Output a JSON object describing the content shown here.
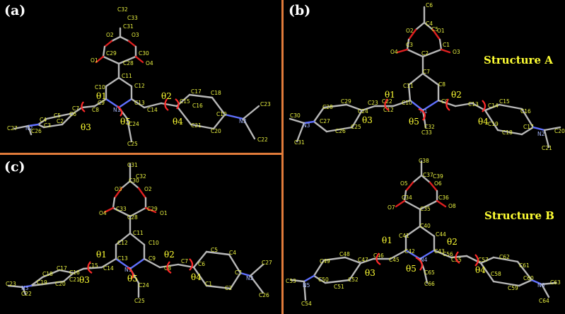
{
  "panels": {
    "a": {
      "label": "(a)"
    },
    "b": {
      "label": "(b)",
      "structure": "Structure A"
    },
    "c": {
      "label": "(c)"
    },
    "d": {
      "structure": "Structure B"
    }
  },
  "thetas": [
    "θ1",
    "θ2",
    "θ3",
    "θ4",
    "θ5"
  ],
  "atoms_a": {
    "C32": "C32",
    "C33": "C33",
    "C31": "C31",
    "O2": "O2",
    "O3": "O3",
    "C29": "C29",
    "C30": "C30",
    "O1": "O1",
    "O4": "O4",
    "C28": "C28",
    "C11": "C11",
    "C10": "C10",
    "C12": "C12",
    "C9": "C9",
    "C13": "C13",
    "N1": "N1",
    "C8": "C8",
    "C14": "C14",
    "C24": "C24",
    "C25": "C25",
    "C7": "C7",
    "C6": "C6",
    "C5": "C5",
    "C4": "C4",
    "C2": "C2",
    "C3": "C3",
    "C27": "C27",
    "N2": "N2",
    "C26": "C26",
    "C15": "C15",
    "C16": "C16",
    "C17": "C17",
    "C18": "C18",
    "C19": "C19",
    "C21": "C21",
    "C20": "C20",
    "N3": "N3",
    "C23": "C23",
    "C22": "C22"
  },
  "atoms_b": {
    "C6": "C6",
    "C4": "C4",
    "C5": "C5",
    "O2": "O2",
    "O1": "O1",
    "C3": "C3",
    "C2": "C2",
    "C1": "C1",
    "O4": "O4",
    "O3": "O3",
    "C7": "C7",
    "C11": "C11",
    "C8": "C8",
    "C10": "C10",
    "C9": "C9",
    "N1": "N1",
    "C12": "C12",
    "C13": "C13",
    "C22": "C22",
    "C23": "C23",
    "C29": "C29",
    "C28": "C28",
    "C26": "C26",
    "C25": "C25",
    "C27": "C27",
    "C24": "C24",
    "C30": "C30",
    "N3": "N3",
    "C31": "C31",
    "C14": "C14",
    "C15": "C15",
    "C16": "C16",
    "C19": "C19",
    "C18": "C18",
    "C17": "C17",
    "N2": "N2",
    "C20": "C20",
    "C21": "C21",
    "C32": "C32",
    "C33": "C33"
  },
  "atoms_c": {
    "C31": "C31",
    "C32": "C32",
    "C30": "C30",
    "O3": "O3",
    "O2": "O2",
    "C33": "C33",
    "C29": "C29",
    "O4": "O4",
    "O1": "O1",
    "C28": "C28",
    "C11": "C11",
    "C12": "C12",
    "C10": "C10",
    "C13": "C13",
    "C9": "C9",
    "N1": "N1",
    "C14": "C14",
    "C8": "C8",
    "C24": "C24",
    "C25": "C25",
    "C15": "C15",
    "C16": "C16",
    "C17": "C17",
    "C18": "C18",
    "C19": "C19",
    "C20": "C20",
    "C21": "C21",
    "N3": "N3",
    "C23": "C23",
    "C22": "C22",
    "C7": "C7",
    "C6": "C6",
    "C5": "C5",
    "C4": "C4",
    "C3": "C3",
    "C1": "C1",
    "C2": "C2",
    "N2": "N2",
    "C27": "C27",
    "C26": "C26"
  },
  "atoms_d": {
    "C38": "C38",
    "C37": "C37",
    "C39": "C39",
    "O5": "O5",
    "O6": "O6",
    "O7": "O7",
    "C34": "C34",
    "C36": "C36",
    "O8": "O8",
    "C35": "C35",
    "C40": "C40",
    "C41": "C41",
    "C44": "C44",
    "C42": "C42",
    "C43": "C43",
    "N4": "N4",
    "C46": "C46",
    "C45": "C45",
    "C47": "C47",
    "C55": "C55",
    "C56": "C56",
    "C57": "C57",
    "C65": "C65",
    "C66": "C66",
    "C48": "C48",
    "C49": "C49",
    "C52": "C52",
    "C50": "C50",
    "C51": "C51",
    "N5": "N5",
    "C53": "C53",
    "C54": "C54",
    "C62": "C62",
    "C61": "C61",
    "C58": "C58",
    "C59": "C59",
    "C60": "C60",
    "N6": "N6",
    "C63": "C63",
    "C64": "C64"
  }
}
